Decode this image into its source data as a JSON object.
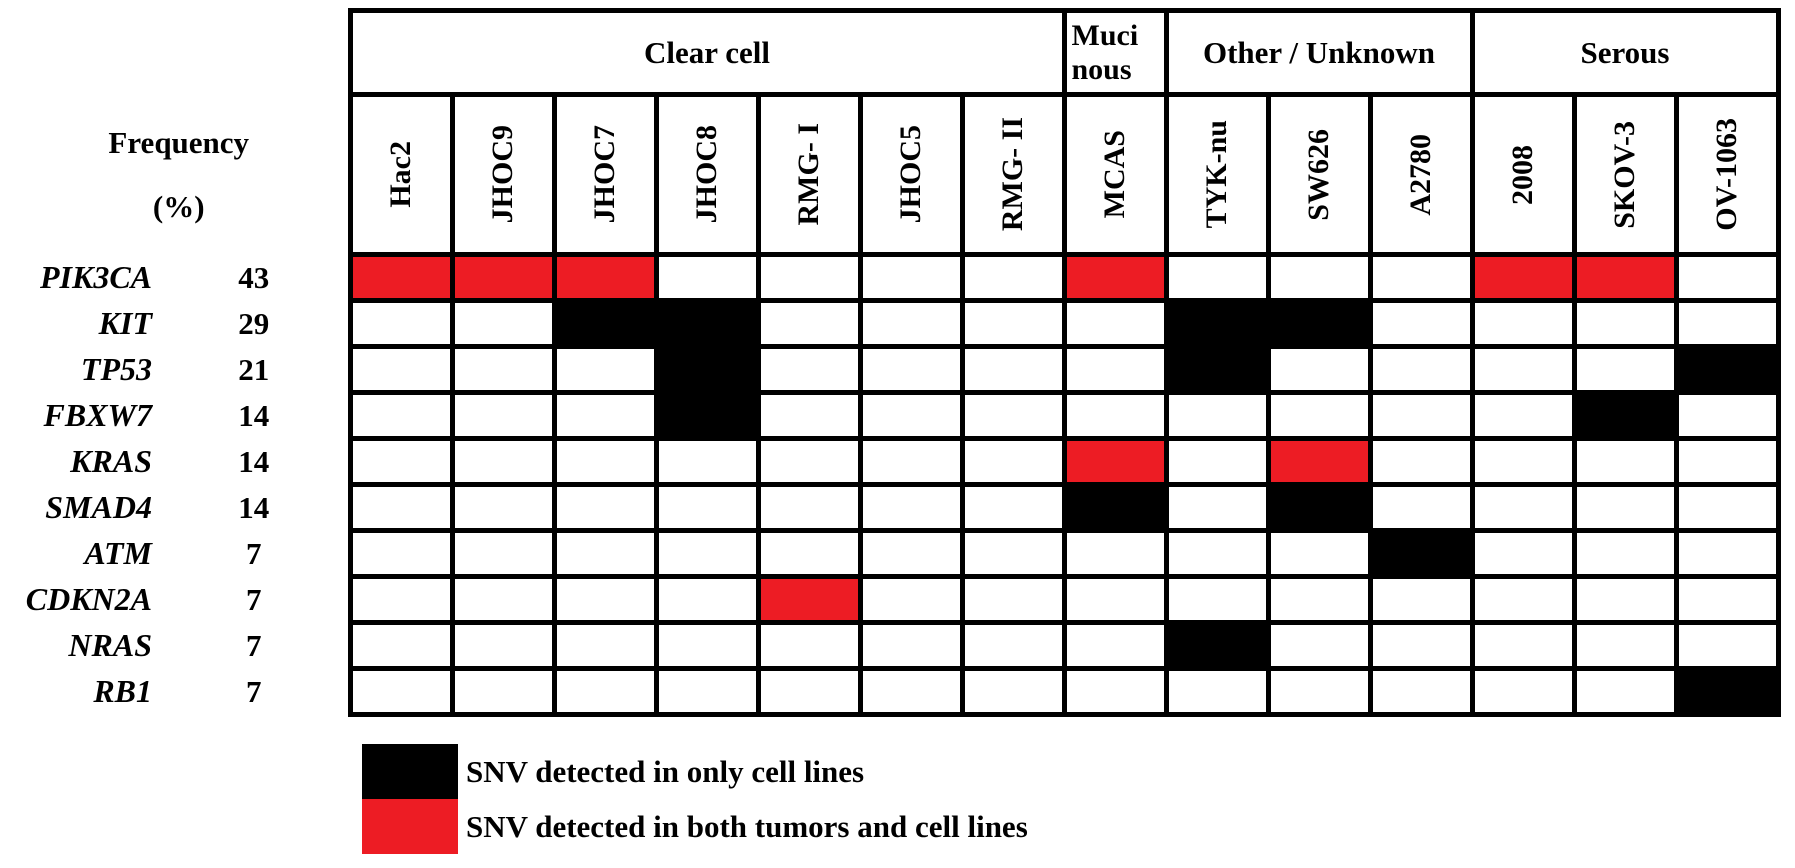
{
  "chart_data": {
    "type": "heatmap",
    "columns": [
      "Hac2",
      "JHOC9",
      "JHOC7",
      "JHOC8",
      "RMG- I",
      "JHOC5",
      "RMG- II",
      "MCAS",
      "TYK-nu",
      "SW626",
      "A2780",
      "2008",
      "SKOV-3",
      "OV-1063"
    ],
    "column_groups": [
      {
        "label": "Clear cell",
        "span": 7
      },
      {
        "label": "Mucinous",
        "lines": [
          "Muci",
          "nous"
        ],
        "span": 1
      },
      {
        "label": "Other / Unknown",
        "span": 3
      },
      {
        "label": "Serous",
        "span": 3
      }
    ],
    "row_header": {
      "line1": "Frequency",
      "line2": "(%)"
    },
    "matrix": [
      {
        "gene": "PIK3CA",
        "frequency_pct": 43,
        "states": [
          "both",
          "both",
          "both",
          "none",
          "none",
          "none",
          "none",
          "both",
          "none",
          "none",
          "none",
          "both",
          "both",
          "none"
        ]
      },
      {
        "gene": "KIT",
        "frequency_pct": 29,
        "states": [
          "none",
          "none",
          "only",
          "only",
          "none",
          "none",
          "none",
          "none",
          "only",
          "only",
          "none",
          "none",
          "none",
          "none"
        ]
      },
      {
        "gene": "TP53",
        "frequency_pct": 21,
        "states": [
          "none",
          "none",
          "none",
          "only",
          "none",
          "none",
          "none",
          "none",
          "only",
          "none",
          "none",
          "none",
          "none",
          "only"
        ]
      },
      {
        "gene": "FBXW7",
        "frequency_pct": 14,
        "states": [
          "none",
          "none",
          "none",
          "only",
          "none",
          "none",
          "none",
          "none",
          "none",
          "none",
          "none",
          "none",
          "only",
          "none"
        ]
      },
      {
        "gene": "KRAS",
        "frequency_pct": 14,
        "states": [
          "none",
          "none",
          "none",
          "none",
          "none",
          "none",
          "none",
          "both",
          "none",
          "both",
          "none",
          "none",
          "none",
          "none"
        ]
      },
      {
        "gene": "SMAD4",
        "frequency_pct": 14,
        "states": [
          "none",
          "none",
          "none",
          "none",
          "none",
          "none",
          "none",
          "only",
          "none",
          "only",
          "none",
          "none",
          "none",
          "none"
        ]
      },
      {
        "gene": "ATM",
        "frequency_pct": 7,
        "states": [
          "none",
          "none",
          "none",
          "none",
          "none",
          "none",
          "none",
          "none",
          "none",
          "none",
          "only",
          "none",
          "none",
          "none"
        ]
      },
      {
        "gene": "CDKN2A",
        "frequency_pct": 7,
        "states": [
          "none",
          "none",
          "none",
          "none",
          "both",
          "none",
          "none",
          "none",
          "none",
          "none",
          "none",
          "none",
          "none",
          "none"
        ]
      },
      {
        "gene": "NRAS",
        "frequency_pct": 7,
        "states": [
          "none",
          "none",
          "none",
          "none",
          "none",
          "none",
          "none",
          "none",
          "only",
          "none",
          "none",
          "none",
          "none",
          "none"
        ]
      },
      {
        "gene": "RB1",
        "frequency_pct": 7,
        "states": [
          "none",
          "none",
          "none",
          "none",
          "none",
          "none",
          "none",
          "none",
          "none",
          "none",
          "none",
          "none",
          "none",
          "only"
        ]
      }
    ],
    "legend": [
      {
        "state": "only",
        "color": "#000000",
        "label": "SNV detected in only cell lines"
      },
      {
        "state": "both",
        "color": "#ED1C24",
        "label": "SNV detected in both tumors and cell lines"
      }
    ],
    "cell_state_colors": {
      "none": "#FFFFFF",
      "only": "#000000",
      "both": "#ED1C24"
    }
  }
}
